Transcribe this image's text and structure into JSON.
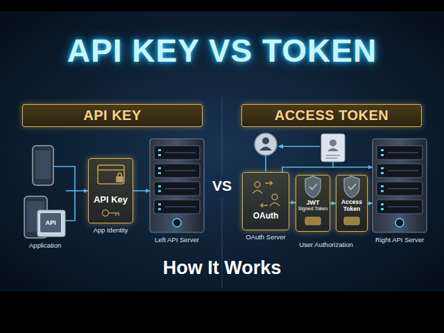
{
  "diagram": {
    "title": "API KEY VS TOKEN",
    "caption": "How It Works",
    "nodes": [
      {
        "text": [
          "API KEY"
        ]
      },
      {
        "text": [
          "API",
          "Application"
        ]
      },
      {
        "text": [
          "API Key",
          "App Identity"
        ]
      },
      {
        "text": [
          "Left API Server"
        ]
      },
      {
        "text": [
          "ACCESS TOKEN"
        ]
      },
      {
        "text": [
          "OAuth",
          "OAuth Server"
        ]
      },
      {
        "text": [
          "JWT",
          "Signed Token"
        ]
      },
      {
        "text": [
          "Access Token"
        ]
      },
      {
        "text": [
          "Right API Server"
        ]
      }
    ],
    "edges": [
      {
        "from": 1,
        "to": 2,
        "arrow": "to"
      },
      {
        "from": 2,
        "to": 3,
        "arrow": "to"
      },
      {
        "from": 5,
        "to": 6,
        "arrow": "to"
      },
      {
        "from": 6,
        "to": 7,
        "arrow": "to"
      },
      {
        "from": 7,
        "to": 8,
        "arrow": "to"
      },
      {
        "from": 5,
        "to": 8,
        "arrow": "to"
      }
    ],
    "labels": [
      "VS",
      "User Authorization"
    ]
  }
}
